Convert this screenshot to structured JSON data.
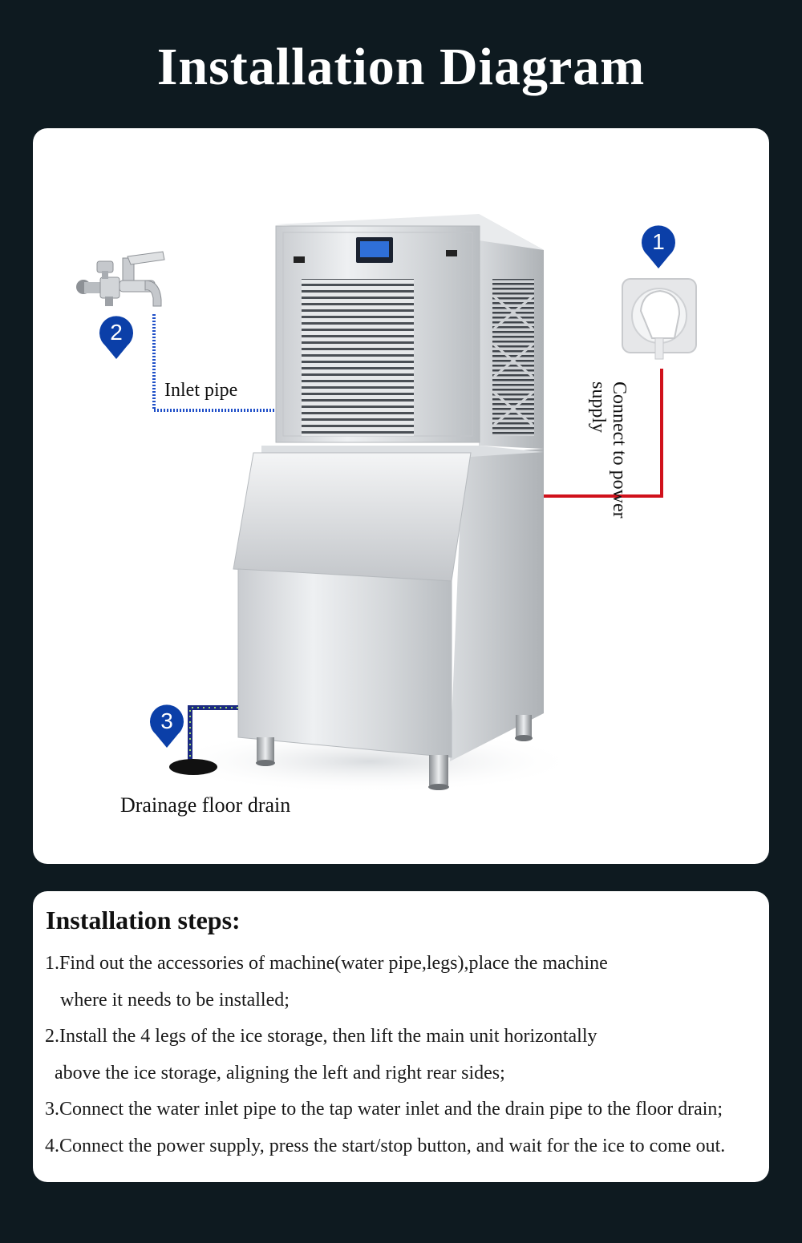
{
  "page_title": "Installation Diagram",
  "diagram": {
    "callouts": [
      {
        "number": "1",
        "label": "Connect to power supply"
      },
      {
        "number": "2",
        "label": "Inlet pipe"
      },
      {
        "number": "3",
        "label": "Drainage floor drain"
      }
    ],
    "colors": {
      "power_line": "#d0111b",
      "inlet_line": "#1f4fc8",
      "drain_line": "#1b2a80",
      "pin": "#0b3fa8"
    },
    "icons": [
      "water-tap-icon",
      "wall-socket-icon",
      "floor-drain-icon",
      "ice-machine-illustration"
    ]
  },
  "steps": {
    "title": "Installation steps:",
    "lines": [
      "1.Find out the accessories of machine(water pipe,legs),place the machine",
      "where it needs to be installed;",
      "2.Install the 4 legs of the ice storage, then lift the main unit horizontally",
      "above the ice storage, aligning the left and right rear sides;",
      "3.Connect the water inlet pipe to the tap water inlet and the drain pipe to the floor drain;",
      "4.Connect the power supply, press the start/stop button, and wait for the ice to come out."
    ]
  }
}
